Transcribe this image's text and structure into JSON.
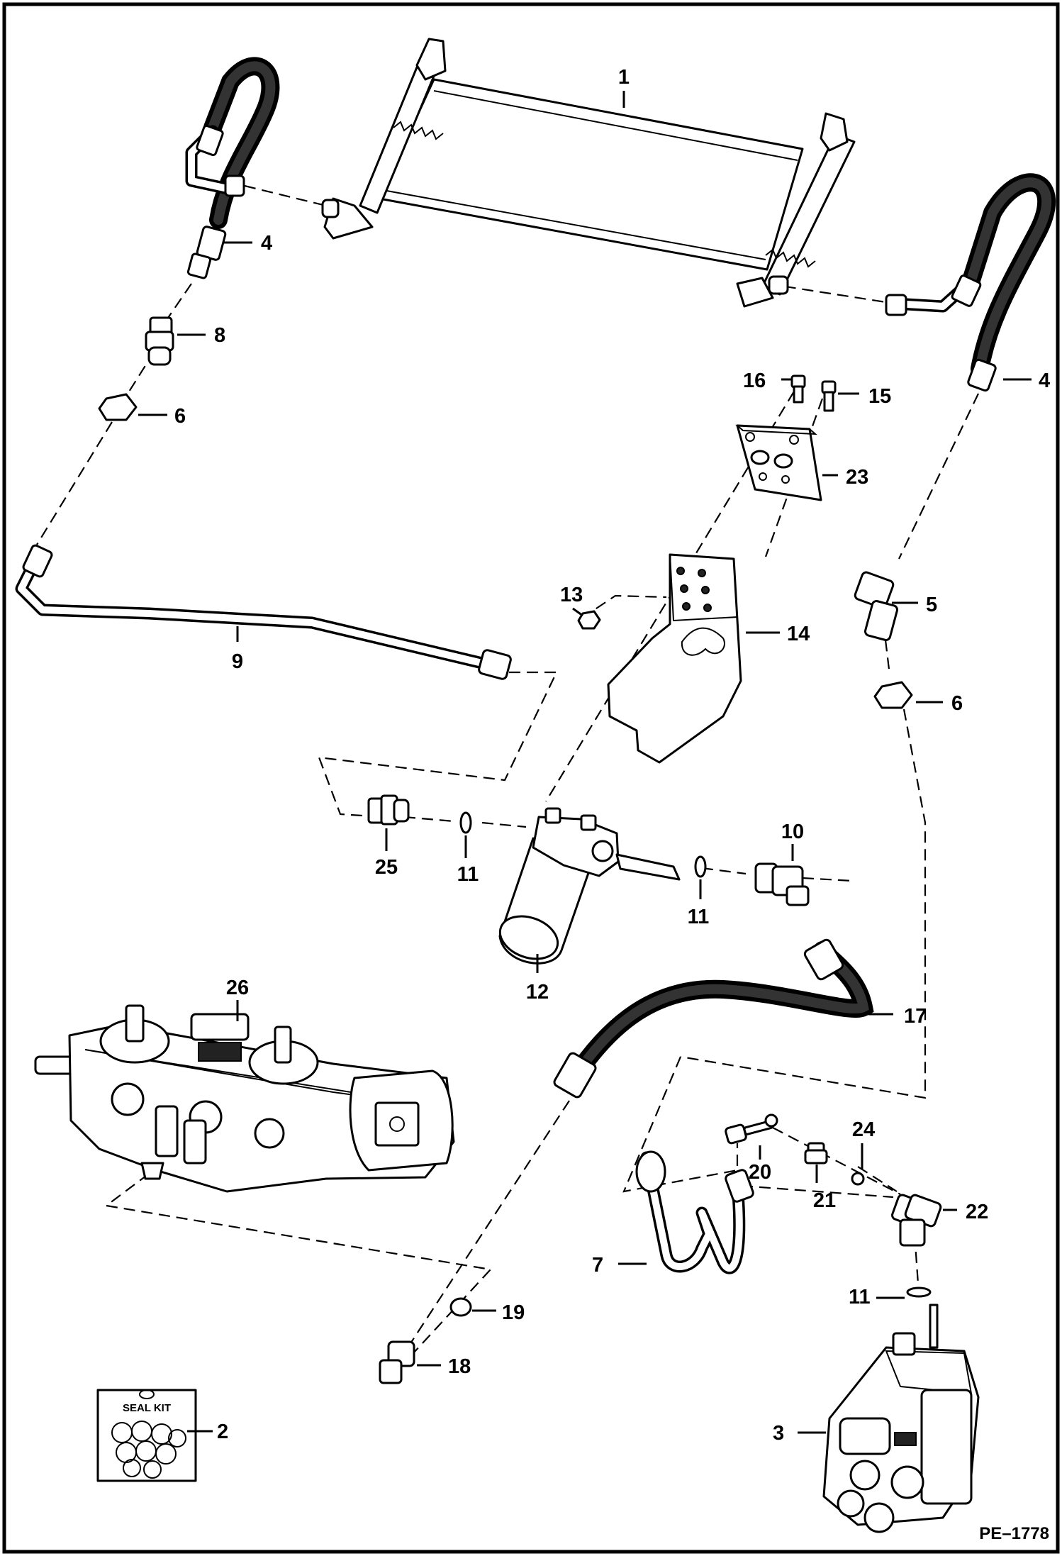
{
  "diagram_id": "PE–1778",
  "seal_kit_label": "SEAL KIT",
  "callouts": {
    "c1": "1",
    "c2": "2",
    "c3": "3",
    "c4a": "4",
    "c4b": "4",
    "c5": "5",
    "c6a": "6",
    "c6b": "6",
    "c7": "7",
    "c8": "8",
    "c9": "9",
    "c10": "10",
    "c11a": "11",
    "c11b": "11",
    "c11c": "11",
    "c12": "12",
    "c13": "13",
    "c14": "14",
    "c15": "15",
    "c16": "16",
    "c17": "17",
    "c18": "18",
    "c19": "19",
    "c20": "20",
    "c21": "21",
    "c22": "22",
    "c23": "23",
    "c24": "24",
    "c25": "25",
    "c26": "26"
  }
}
